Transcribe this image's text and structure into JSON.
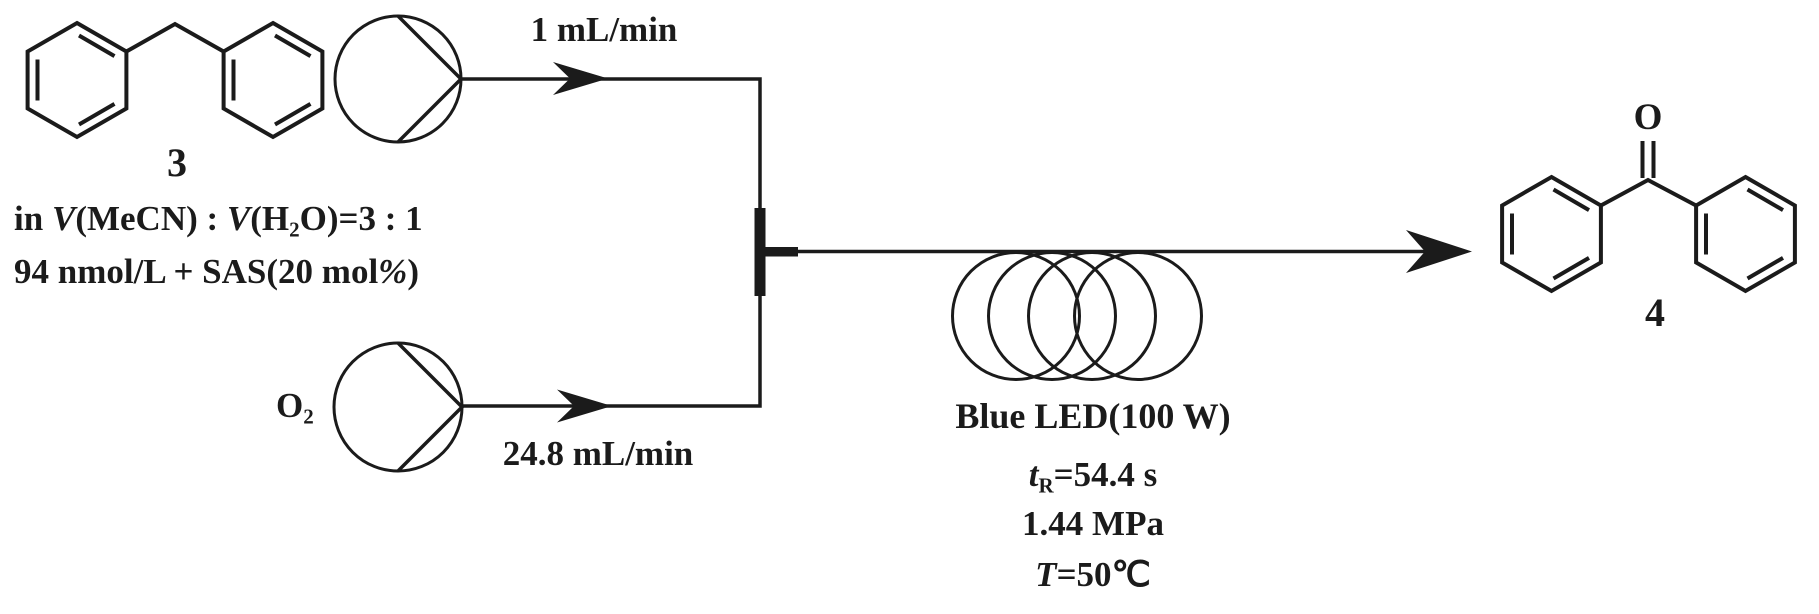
{
  "colors": {
    "ink": "#1b1b1b",
    "background": "#ffffff"
  },
  "reactant": {
    "compound_label": "3",
    "solvent_line": {
      "prefix": "in ",
      "v1": "V",
      "s1": "(MeCN) : ",
      "v2": "V",
      "s2": "(H",
      "sub": "2",
      "s3": "O)=3 : 1"
    },
    "conc_line": {
      "pre": "94 nmol/L + SAS(20 mol",
      "percent": "%",
      "post": ")"
    }
  },
  "feeds": {
    "liquid_flow_rate": "1 mL/min",
    "gas_symbol": "O",
    "gas_subscript": "2",
    "gas_flow_rate": "24.8 mL/min"
  },
  "reactor": {
    "light_source": "Blue LED(100 W)",
    "residence_time": {
      "symbol": "t",
      "subscript": "R",
      "value": "=54.4 s"
    },
    "pressure": "1.44 MPa",
    "temperature": {
      "symbol": "T",
      "value": "=50℃"
    }
  },
  "product": {
    "carbonyl_label": "O",
    "compound_label": "4"
  },
  "icons": {
    "pump": "pump-circle-with-rotor",
    "mixer": "tee-mixer",
    "reactor_coil": "four-loop-coil"
  }
}
